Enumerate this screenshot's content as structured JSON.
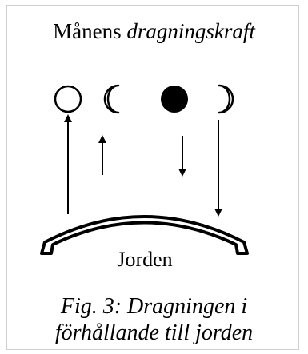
{
  "title": {
    "plain": "Månens",
    "italic": "dragningskraft"
  },
  "earth_label": "Jorden",
  "caption": {
    "line1": "Fig. 3: Dragningen i",
    "line2": "förhållande till jorden"
  },
  "moon_phases": [
    "full-moon",
    "waxing-crescent",
    "new-moon",
    "waning-crescent"
  ],
  "colors": {
    "ink": "#000000",
    "background": "#ffffff",
    "frame": "#cfcfcf"
  }
}
